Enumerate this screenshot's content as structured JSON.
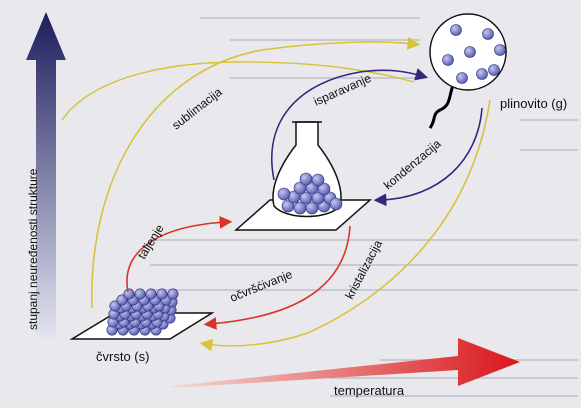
{
  "labels": {
    "y_axis": "stupanj neuređenosti strukture",
    "x_axis": "temperatura",
    "solid": "čvrsto (s)",
    "gas": "plinovito (g)"
  },
  "transitions": {
    "sublimation": "sublimacija",
    "evaporation": "isparavanje",
    "condensation": "kondenzacija",
    "melting": "taljenje",
    "freezing": "očvršćivanje",
    "crystallization": "kristalizacija"
  },
  "colors": {
    "sublimation": "#d8c23a",
    "condensation": "#2f2a7c",
    "melting": "#d8342a",
    "y_arrow_top": "#202060",
    "x_arrow_right": "#d81a1a",
    "sphere": "#6f73c4"
  }
}
